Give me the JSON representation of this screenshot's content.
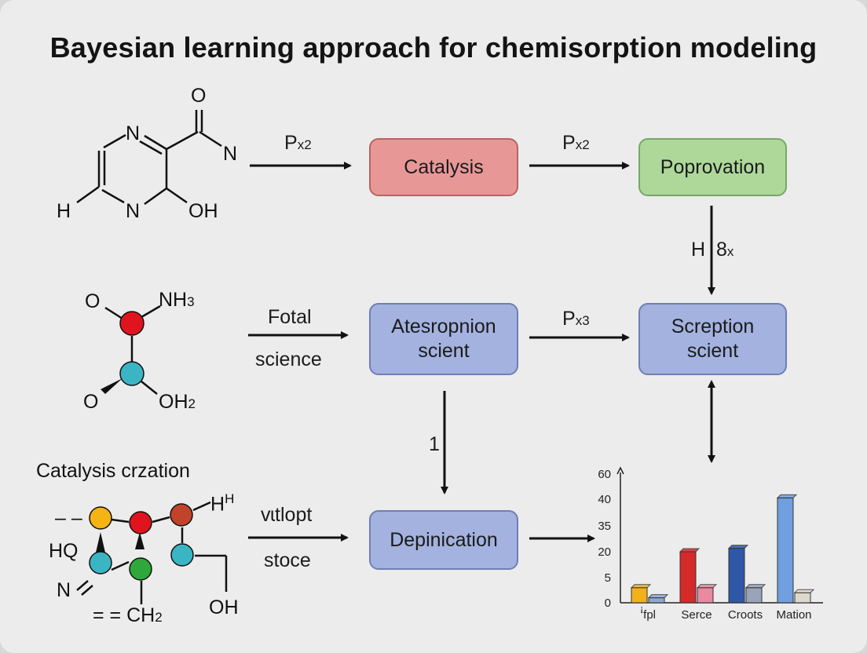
{
  "title": "Bayesian learning approach for chemisorption modeling",
  "boxes": {
    "catalysis": "Catalysis",
    "poprovation": "Poprovation",
    "atesropnion_1": "Atesropnion",
    "atesropnion_2": "scient",
    "screption_1": "Screption",
    "screption_2": "scient",
    "depinication": "Depinication"
  },
  "arrow_labels": {
    "mol1_to_catalysis": {
      "base": "P",
      "sub": "x2"
    },
    "catalysis_to_poprovation": {
      "base": "P",
      "sub": "x2"
    },
    "poprovation_to_screption": {
      "base": "H  8",
      "sub": "x"
    },
    "fotal": "Fotal",
    "science": "science",
    "atesropnion_to_screption": {
      "base": "P",
      "sub": "x3"
    },
    "atesropnion_to_depinication": "1",
    "vitlopt": "vɩtlopt",
    "stoce": "stoce"
  },
  "molecule1": {
    "n_top": "N",
    "n_bottom": "N",
    "o": "O",
    "n_right": "N",
    "h": "H",
    "oh": "OH"
  },
  "molecule2": {
    "o_top": "O",
    "nh3_base": "NH",
    "nh3_sub": "3",
    "o_bottom": "O",
    "oh2_base": "OH",
    "oh2_sub": "2",
    "node_colors": [
      "#e0141e",
      "#3bb5c4"
    ]
  },
  "molecule3": {
    "label": "Catalysis crzation",
    "dash": "– –",
    "hq": "HQ",
    "n": "N",
    "ch2_base": "= = CH",
    "ch2_sub": "2",
    "hh": "H",
    "hh_sup": "H",
    "oh": "OH",
    "node_colors": [
      "#f5b414",
      "#e0141e",
      "#c0432a",
      "#3bb5c4",
      "#2ea83a",
      "#3bb5c4"
    ]
  },
  "chart_data": {
    "type": "bar",
    "categories": [
      "ꜞfpl",
      "Serce",
      "Croots",
      "Mation"
    ],
    "series": [
      {
        "color": "#f2b11a",
        "values": [
          3,
          20,
          22,
          41
        ]
      },
      {
        "color": "#9fb2d6",
        "values": [
          1,
          3,
          3,
          2
        ]
      }
    ],
    "bar_colors": [
      [
        "#f2b11a",
        "#8fa7d2"
      ],
      [
        "#d42a2a",
        "#e98aa0"
      ],
      [
        "#2f57a8",
        "#9aa4b8"
      ],
      [
        "#6f9fde",
        "#dcd8cc"
      ]
    ],
    "y_ticks": [
      "60",
      "40",
      "35",
      "20",
      "5",
      "0"
    ],
    "y_tick_values": [
      60,
      40,
      35,
      20,
      5,
      0
    ],
    "grid": false
  }
}
